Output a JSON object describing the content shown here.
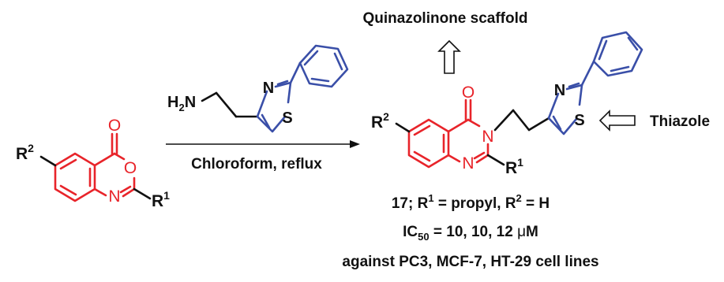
{
  "labels": {
    "scaffold": "Quinazolinone scaffold",
    "thiazole": "Thiazole",
    "conditions": "Chloroform, reflux",
    "compound_prefix": "17; R",
    "compound_mid": " = propyl, R",
    "compound_end": " = H",
    "ic50_prefix": "IC",
    "ic50_sub": "50",
    "ic50_values": " = 10, 10, 12 ",
    "ic50_mu": "μ",
    "ic50_unit": "M",
    "cell_lines": "against PC3, MCF-7, HT-29 cell lines"
  },
  "atoms": {
    "O": "O",
    "N": "N",
    "S": "S",
    "R": "R",
    "sup1": "1",
    "sup2": "2",
    "H": "H",
    "H2_sub": "2"
  },
  "colors": {
    "scaffold": "#e8242a",
    "thiazole": "#3a4fa8",
    "text": "#111111"
  }
}
